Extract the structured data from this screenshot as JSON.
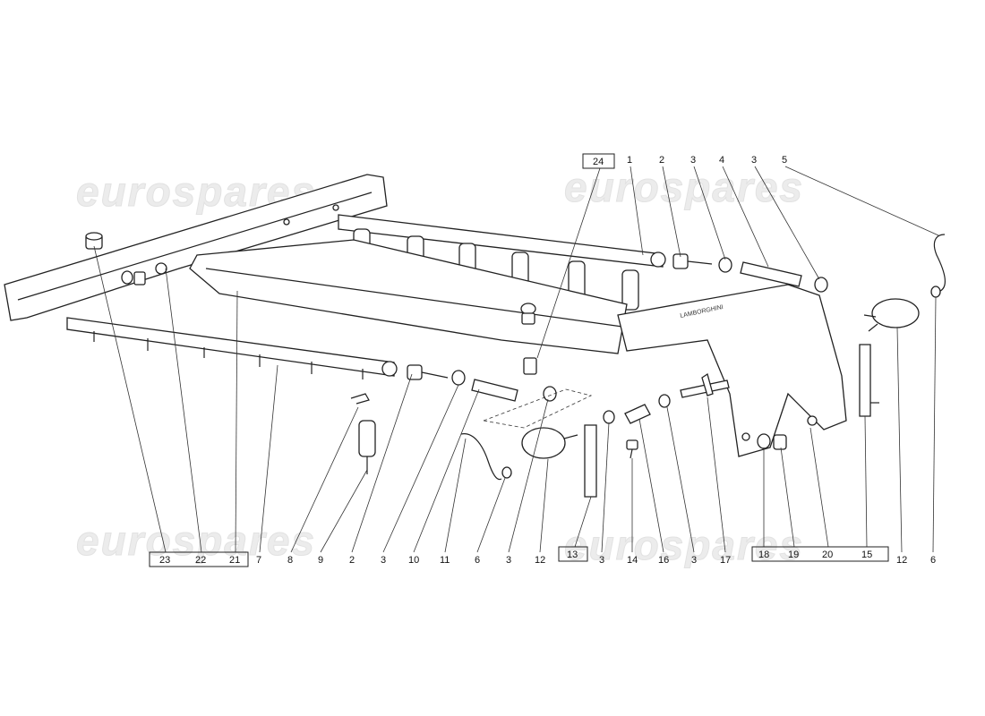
{
  "watermarks": [
    "eurospares",
    "eurospares",
    "eurospares",
    "eurospares"
  ],
  "callouts": [
    "1",
    "2",
    "3",
    "4",
    "3",
    "5",
    "7",
    "8",
    "9",
    "2",
    "3",
    "10",
    "11",
    "6",
    "3",
    "12",
    "3",
    "14",
    "16",
    "3",
    "17",
    "12",
    "6"
  ],
  "boxed_groups": [
    {
      "labels": [
        "23",
        "22",
        "21"
      ]
    },
    {
      "labels": [
        "13"
      ]
    },
    {
      "labels": [
        "18",
        "19",
        "20",
        "15"
      ]
    },
    {
      "labels": [
        "24"
      ]
    }
  ],
  "plate_text": "LAMBORGHINI"
}
